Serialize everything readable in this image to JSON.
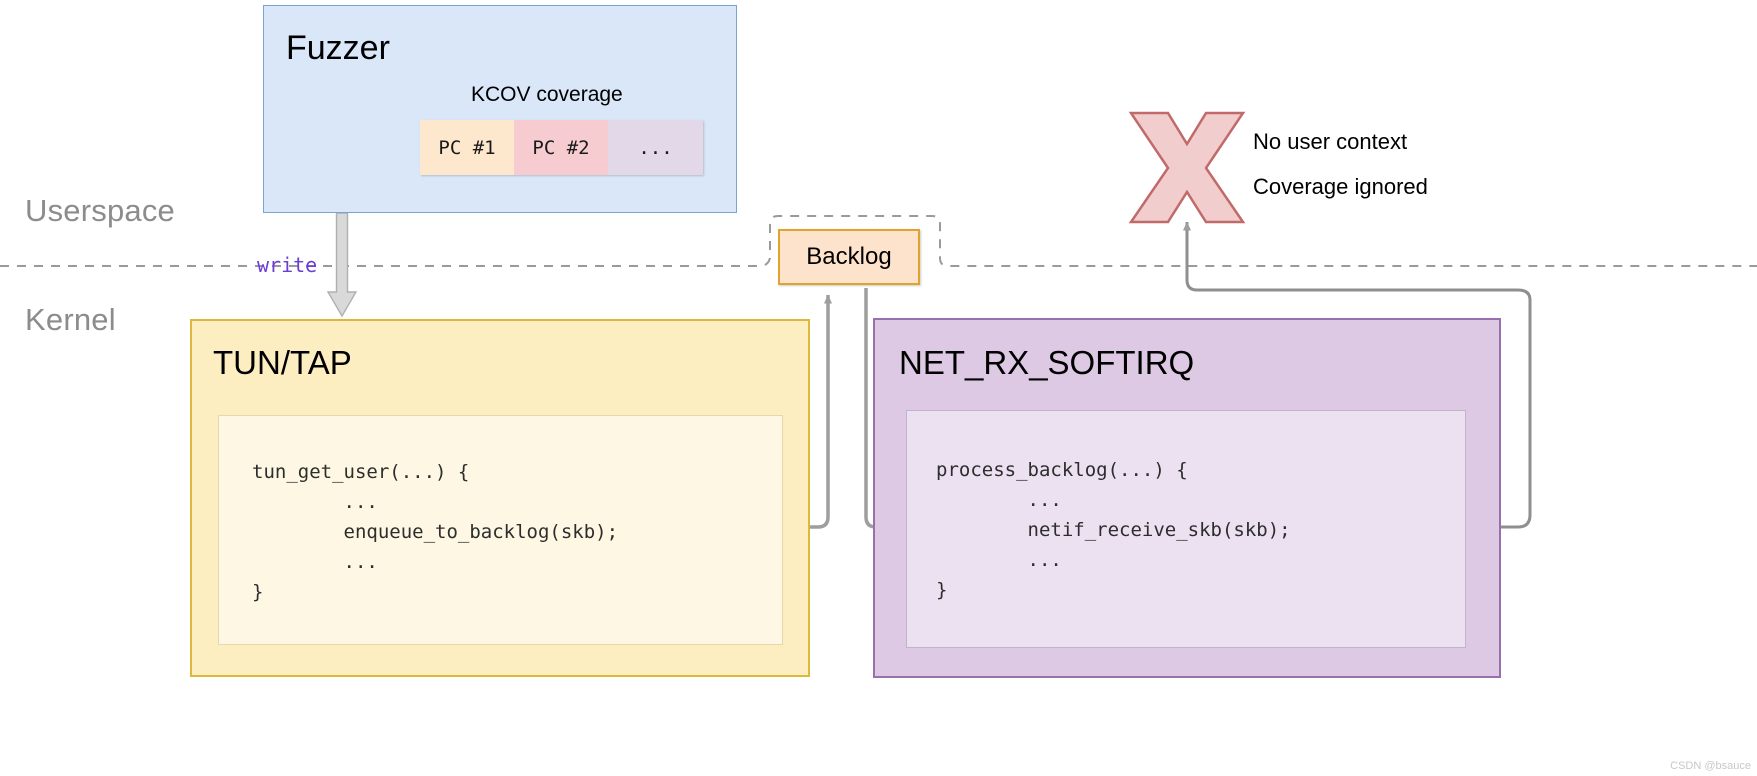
{
  "diagram": {
    "regions": [
      {
        "label": "Userspace"
      },
      {
        "label": "Kernel"
      }
    ],
    "fuzzer": {
      "title": "Fuzzer",
      "coverage_caption": "KCOV coverage",
      "coverage_cells": [
        "PC #1",
        "PC #2",
        "..."
      ],
      "fill_color": "#d9e7f9",
      "border_color": "#7ba3d0",
      "cell_colors": [
        "#fde8cd",
        "#f6ccd0",
        "#e3d8e8"
      ]
    },
    "backlog": {
      "label": "Backlog",
      "fill_color": "#fde3cb",
      "border_color": "#e0a32e"
    },
    "tuntap": {
      "title": "TUN/TAP",
      "fill_color": "#fdeec2",
      "border_color": "#dcb83c",
      "code": "tun_get_user(...) {\n        ...\n        enqueue_to_backlog(skb);\n        ...\n}"
    },
    "netrx": {
      "title": "NET_RX_SOFTIRQ",
      "fill_color": "#ddc9e4",
      "border_color": "#9a6fae",
      "code": "process_backlog(...) {\n        ...\n        netif_receive_skb(skb);\n        ...\n}"
    },
    "edges": {
      "write_label": "write",
      "write_label_color": "#6b3fd4"
    },
    "annotation": {
      "mark": "x-cross",
      "mark_fill": "#f2cdcd",
      "mark_border": "#c16a6a",
      "line_1": "No user context",
      "line_2": "Coverage ignored"
    },
    "watermark": "CSDN @bsauce"
  }
}
